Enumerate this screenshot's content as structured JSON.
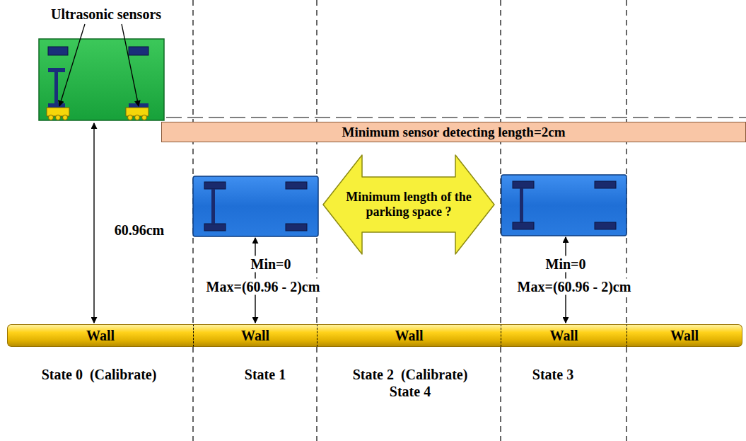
{
  "diagram": {
    "nodes": [
      {
        "text": [
          "Minimum sensor detecting length=2cm"
        ]
      },
      {
        "text": [
          "Minimum length of the parking space ?"
        ]
      },
      {
        "text": [
          "Wall"
        ]
      },
      {
        "text": [
          "Wall"
        ]
      },
      {
        "text": [
          "Wall"
        ]
      },
      {
        "text": [
          "Wall"
        ]
      },
      {
        "text": [
          "Wall"
        ]
      }
    ],
    "labels": [
      "Ultrasonic sensors",
      "60.96cm",
      "Min=0",
      "Max=(60.96 - 2)cm",
      "Min=0",
      "Max=(60.96 - 2)cm",
      "State 0  (Calibrate)",
      "State 1",
      "State 2  (Calibrate)",
      "State 4",
      "State 3"
    ]
  }
}
